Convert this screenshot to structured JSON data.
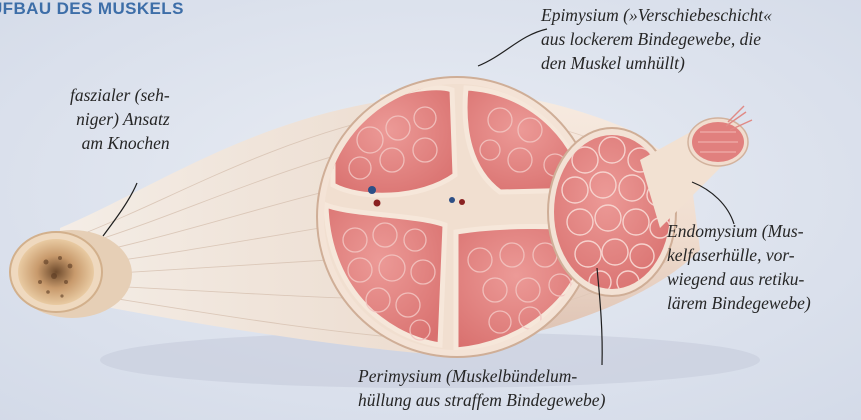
{
  "title": "UFBAU DES MUSKELS",
  "labels": {
    "epimysium": [
      "Epimysium (»Verschiebeschicht«",
      "aus lockerem Bindegewebe, die",
      "den Muskel umhüllt)"
    ],
    "faszial": [
      "faszialer (seh-",
      "niger) Ansatz",
      "am Knochen"
    ],
    "endomysium": [
      "Endomysium (Mus-",
      "kelfaserhülle, vor-",
      "wiegend aus retiku-",
      "lärem Bindegewebe)"
    ],
    "perimysium": [
      "Perimysium (Muskelbündelum-",
      "hüllung aus straffem Bindegewebe)"
    ]
  },
  "colors": {
    "title": "#3d6ea8",
    "background": "#dde3ee",
    "sheath": "#f3e2d6",
    "fascicle": "#e48986",
    "muscle_fiber": "#e17f7d",
    "bone": "#e8c99d",
    "text": "#262626"
  }
}
